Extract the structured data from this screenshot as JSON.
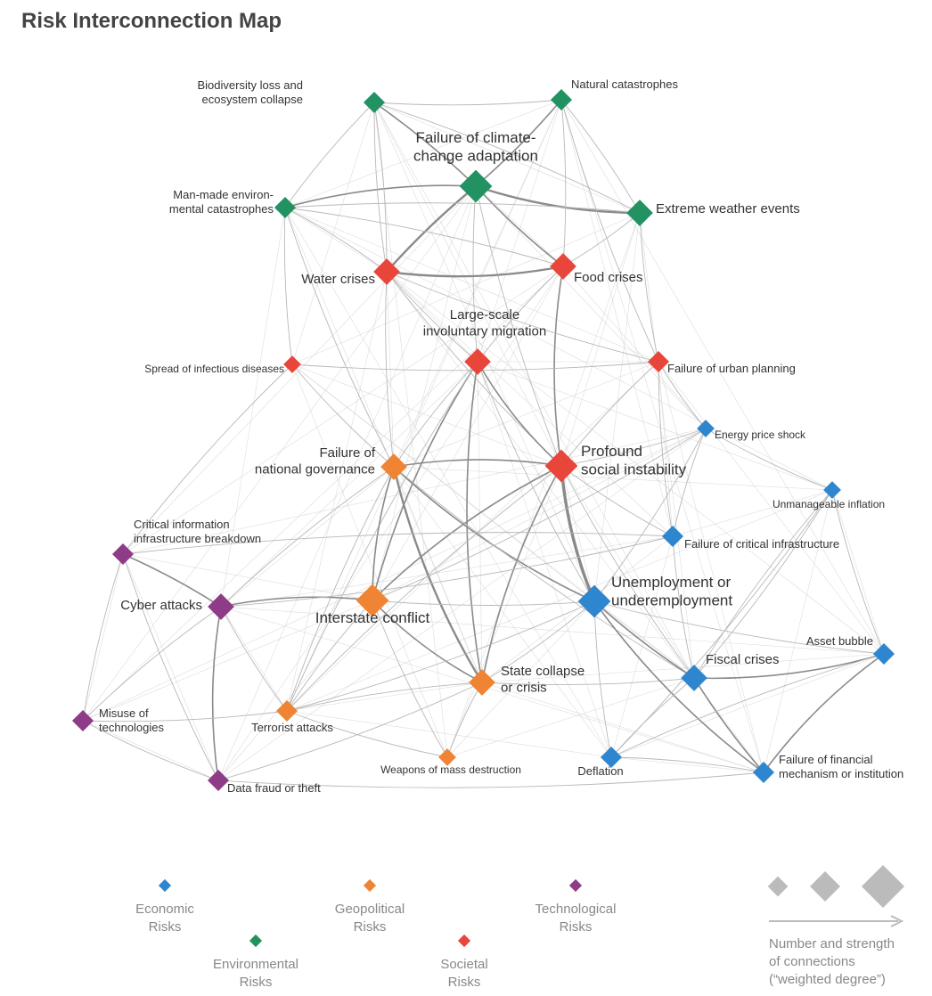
{
  "title": "Risk Interconnection Map",
  "colors": {
    "economic": "#2e86cf",
    "environmental": "#229263",
    "geopolitical": "#ef8534",
    "societal": "#e8463a",
    "technological": "#8e3b88",
    "edge": "#777777",
    "size_legend": "#bbbbbb"
  },
  "nodes": [
    {
      "id": "biodiv",
      "category": "environmental",
      "lines": [
        "Biodiversity loss and",
        "ecosystem collapse"
      ],
      "degree": 1
    },
    {
      "id": "natcat",
      "category": "environmental",
      "lines": [
        "Natural catastrophes"
      ],
      "degree": 1
    },
    {
      "id": "climate",
      "category": "environmental",
      "lines": [
        "Failure of climate-",
        "change adaptation"
      ],
      "degree": 3
    },
    {
      "id": "manmade",
      "category": "environmental",
      "lines": [
        "Man-made environ-",
        "mental catastrophes"
      ],
      "degree": 1
    },
    {
      "id": "weather",
      "category": "environmental",
      "lines": [
        "Extreme weather events"
      ],
      "degree": 2
    },
    {
      "id": "water",
      "category": "societal",
      "lines": [
        "Water crises"
      ],
      "degree": 2
    },
    {
      "id": "food",
      "category": "societal",
      "lines": [
        "Food crises"
      ],
      "degree": 2
    },
    {
      "id": "migration",
      "category": "societal",
      "lines": [
        "Large-scale",
        "involuntary migration"
      ],
      "degree": 2
    },
    {
      "id": "infectious",
      "category": "societal",
      "lines": [
        "Spread of infectious diseases"
      ],
      "degree": 0
    },
    {
      "id": "urban",
      "category": "societal",
      "lines": [
        "Failure of urban planning"
      ],
      "degree": 1
    },
    {
      "id": "energy",
      "category": "economic",
      "lines": [
        "Energy price shock"
      ],
      "degree": 0
    },
    {
      "id": "governance",
      "category": "geopolitical",
      "lines": [
        "Failure of",
        "national governance"
      ],
      "degree": 2
    },
    {
      "id": "social",
      "category": "societal",
      "lines": [
        "Profound",
        "social instability"
      ],
      "degree": 3
    },
    {
      "id": "inflation",
      "category": "economic",
      "lines": [
        "Unmanageable inflation"
      ],
      "degree": 0
    },
    {
      "id": "critinfo",
      "category": "technological",
      "lines": [
        "Critical information",
        "infrastructure breakdown"
      ],
      "degree": 1
    },
    {
      "id": "critinfra",
      "category": "economic",
      "lines": [
        "Failure of critical infrastructure"
      ],
      "degree": 1
    },
    {
      "id": "unemployment",
      "category": "economic",
      "lines": [
        "Unemployment or",
        "underemployment"
      ],
      "degree": 3
    },
    {
      "id": "cyber",
      "category": "technological",
      "lines": [
        "Cyber attacks"
      ],
      "degree": 2
    },
    {
      "id": "interstate",
      "category": "geopolitical",
      "lines": [
        "Interstate conflict"
      ],
      "degree": 3
    },
    {
      "id": "asset",
      "category": "economic",
      "lines": [
        "Asset bubble"
      ],
      "degree": 1
    },
    {
      "id": "fiscal",
      "category": "economic",
      "lines": [
        "Fiscal crises"
      ],
      "degree": 2
    },
    {
      "id": "statecollapse",
      "category": "geopolitical",
      "lines": [
        "State collapse",
        "or crisis"
      ],
      "degree": 2
    },
    {
      "id": "misuse",
      "category": "technological",
      "lines": [
        "Misuse of",
        "technologies"
      ],
      "degree": 1
    },
    {
      "id": "terrorist",
      "category": "geopolitical",
      "lines": [
        "Terrorist attacks"
      ],
      "degree": 1
    },
    {
      "id": "wmd",
      "category": "geopolitical",
      "lines": [
        "Weapons of mass destruction"
      ],
      "degree": 0
    },
    {
      "id": "deflation",
      "category": "economic",
      "lines": [
        "Deflation"
      ],
      "degree": 1
    },
    {
      "id": "datafraud",
      "category": "technological",
      "lines": [
        "Data fraud or theft"
      ],
      "degree": 1
    },
    {
      "id": "financial",
      "category": "economic",
      "lines": [
        "Failure of financial",
        "mechanism or institution"
      ],
      "degree": 1
    }
  ],
  "edges": [
    [
      "climate",
      "weather",
      3
    ],
    [
      "climate",
      "water",
      3
    ],
    [
      "climate",
      "food",
      2
    ],
    [
      "climate",
      "biodiv",
      2
    ],
    [
      "climate",
      "natcat",
      2
    ],
    [
      "climate",
      "manmade",
      2
    ],
    [
      "climate",
      "migration",
      1
    ],
    [
      "climate",
      "social",
      1
    ],
    [
      "water",
      "food",
      3
    ],
    [
      "water",
      "social",
      1
    ],
    [
      "water",
      "governance",
      1
    ],
    [
      "water",
      "manmade",
      1
    ],
    [
      "water",
      "biodiv",
      1
    ],
    [
      "water",
      "migration",
      1
    ],
    [
      "food",
      "social",
      2
    ],
    [
      "food",
      "migration",
      1
    ],
    [
      "food",
      "weather",
      1
    ],
    [
      "food",
      "manmade",
      1
    ],
    [
      "food",
      "natcat",
      1
    ],
    [
      "weather",
      "natcat",
      1
    ],
    [
      "weather",
      "biodiv",
      1
    ],
    [
      "weather",
      "manmade",
      1
    ],
    [
      "weather",
      "urban",
      1
    ],
    [
      "biodiv",
      "manmade",
      1
    ],
    [
      "biodiv",
      "natcat",
      1
    ],
    [
      "manmade",
      "infectious",
      1
    ],
    [
      "manmade",
      "governance",
      1
    ],
    [
      "infectious",
      "urban",
      1
    ],
    [
      "infectious",
      "governance",
      1
    ],
    [
      "infectious",
      "critinfo",
      1
    ],
    [
      "water",
      "urban",
      1
    ],
    [
      "migration",
      "social",
      2
    ],
    [
      "migration",
      "interstate",
      2
    ],
    [
      "migration",
      "statecollapse",
      2
    ],
    [
      "migration",
      "governance",
      1
    ],
    [
      "migration",
      "unemployment",
      1
    ],
    [
      "migration",
      "terrorist",
      1
    ],
    [
      "urban",
      "social",
      1
    ],
    [
      "urban",
      "critinfra",
      1
    ],
    [
      "urban",
      "energy",
      1
    ],
    [
      "social",
      "unemployment",
      4
    ],
    [
      "social",
      "governance",
      2
    ],
    [
      "social",
      "interstate",
      2
    ],
    [
      "social",
      "statecollapse",
      2
    ],
    [
      "social",
      "terrorist",
      1
    ],
    [
      "social",
      "critinfra",
      1
    ],
    [
      "social",
      "fiscal",
      1
    ],
    [
      "social",
      "energy",
      1
    ],
    [
      "governance",
      "statecollapse",
      3
    ],
    [
      "governance",
      "interstate",
      2
    ],
    [
      "governance",
      "unemployment",
      2
    ],
    [
      "governance",
      "terrorist",
      1
    ],
    [
      "governance",
      "fiscal",
      1
    ],
    [
      "interstate",
      "statecollapse",
      2
    ],
    [
      "interstate",
      "cyber",
      2
    ],
    [
      "interstate",
      "terrorist",
      1
    ],
    [
      "interstate",
      "wmd",
      1
    ],
    [
      "interstate",
      "unemployment",
      1
    ],
    [
      "interstate",
      "energy",
      1
    ],
    [
      "statecollapse",
      "terrorist",
      1
    ],
    [
      "statecollapse",
      "unemployment",
      1
    ],
    [
      "statecollapse",
      "fiscal",
      1
    ],
    [
      "statecollapse",
      "wmd",
      1
    ],
    [
      "cyber",
      "critinfo",
      2
    ],
    [
      "cyber",
      "datafraud",
      2
    ],
    [
      "cyber",
      "misuse",
      1
    ],
    [
      "cyber",
      "terrorist",
      1
    ],
    [
      "cyber",
      "critinfra",
      1
    ],
    [
      "critinfo",
      "misuse",
      1
    ],
    [
      "critinfo",
      "datafraud",
      1
    ],
    [
      "misuse",
      "datafraud",
      1
    ],
    [
      "misuse",
      "terrorist",
      1
    ],
    [
      "terrorist",
      "wmd",
      1
    ],
    [
      "unemployment",
      "fiscal",
      2
    ],
    [
      "unemployment",
      "financial",
      2
    ],
    [
      "unemployment",
      "deflation",
      1
    ],
    [
      "unemployment",
      "asset",
      1
    ],
    [
      "unemployment",
      "energy",
      1
    ],
    [
      "fiscal",
      "financial",
      2
    ],
    [
      "fiscal",
      "asset",
      2
    ],
    [
      "fiscal",
      "deflation",
      1
    ],
    [
      "fiscal",
      "inflation",
      1
    ],
    [
      "asset",
      "financial",
      2
    ],
    [
      "asset",
      "deflation",
      1
    ],
    [
      "energy",
      "inflation",
      1
    ],
    [
      "energy",
      "critinfra",
      1
    ],
    [
      "inflation",
      "asset",
      1
    ],
    [
      "inflation",
      "fiscal",
      1
    ],
    [
      "financial",
      "deflation",
      1
    ],
    [
      "critinfra",
      "fiscal",
      1
    ],
    [
      "critinfra",
      "critinfo",
      1
    ],
    [
      "datafraud",
      "financial",
      1
    ],
    [
      "datafraud",
      "statecollapse",
      1
    ],
    [
      "biodiv",
      "water",
      1
    ],
    [
      "natcat",
      "urban",
      1
    ],
    [
      "deflation",
      "inflation",
      1
    ],
    [
      "governance",
      "cyber",
      1
    ],
    [
      "terrorist",
      "unemployment",
      1
    ]
  ],
  "legend": {
    "categories": [
      {
        "category": "economic",
        "lines": [
          "Economic",
          "Risks"
        ]
      },
      {
        "category": "environmental",
        "lines": [
          "Environmental",
          "Risks"
        ]
      },
      {
        "category": "geopolitical",
        "lines": [
          "Geopolitical",
          "Risks"
        ]
      },
      {
        "category": "societal",
        "lines": [
          "Societal",
          "Risks"
        ]
      },
      {
        "category": "technological",
        "lines": [
          "Technological",
          "Risks"
        ]
      }
    ],
    "size_lines": [
      "Number and strength",
      "of connections",
      "(“weighted degree”)"
    ]
  }
}
